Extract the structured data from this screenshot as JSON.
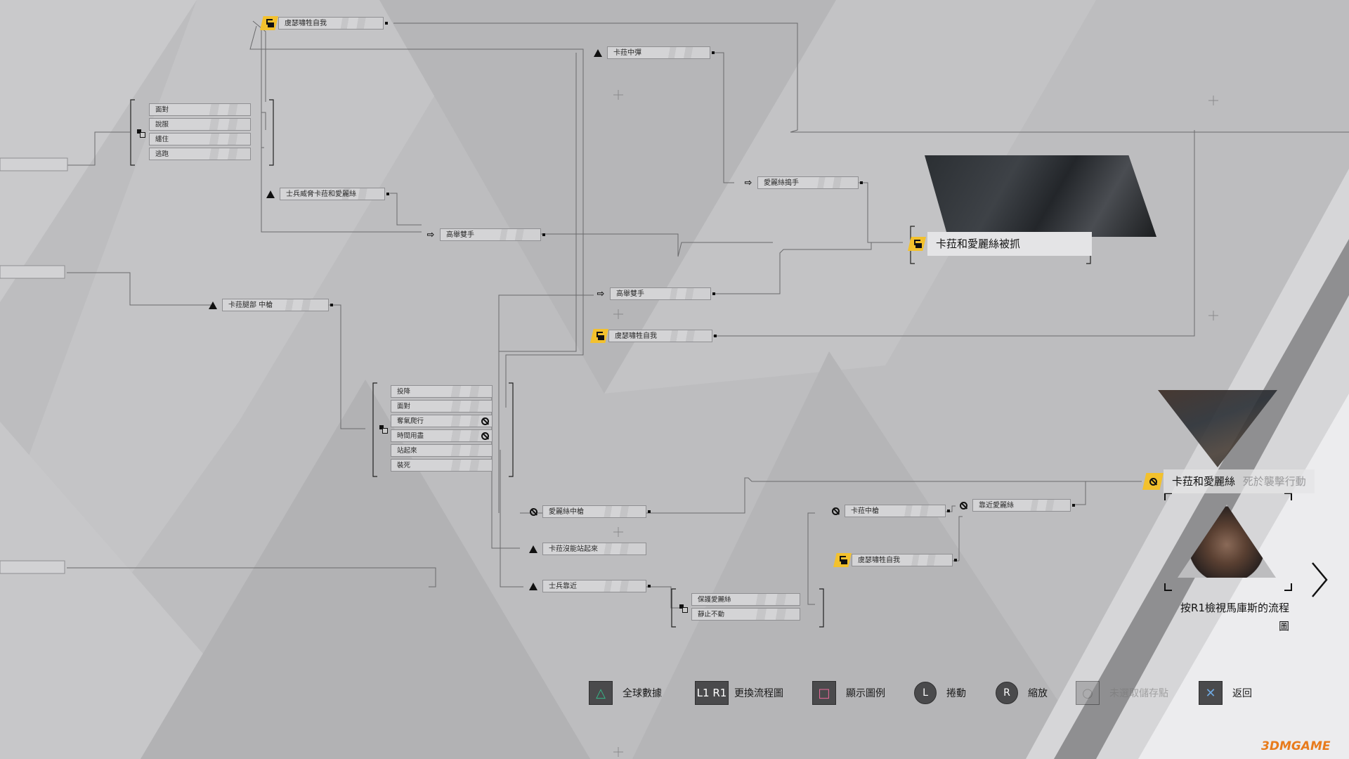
{
  "nodes": {
    "n1": "虞瑟嘯牲自我",
    "n2": "卡菈中彈",
    "n3": "士兵威脅卡菈和愛麗絲",
    "n4": "高舉雙手",
    "n5": "愛麗絲搗手",
    "n6": "卡菈腿部 中槍",
    "n7": "高舉雙手",
    "n8": "虞瑟嘯牲自我",
    "n9": "愛麗絲中槍",
    "n10": "卡菈沒能站起來",
    "n11": "士兵靠近",
    "n12": "卡菈中槍",
    "n13": "靠近愛麗絲",
    "n14": "虞瑟嘯牲自我"
  },
  "group_left": [
    "面對",
    "說服",
    "纏住",
    "逃跑"
  ],
  "group_center": [
    "投降",
    "面對",
    "奪氣爬行",
    "時間用盡",
    "站起來",
    "裝死"
  ],
  "group_bottom": [
    "保護愛麗絲",
    "靜止不動"
  ],
  "captured_label": "卡菈和愛麗絲被抓",
  "death_label": "卡菈和愛麗絲",
  "death_sub": "死於襲擊行動",
  "view_hint_prefix": "按R1檢視",
  "view_hint_name": "馬庫斯的流程",
  "view_hint_suffix": "圖",
  "controls": [
    {
      "key": "△",
      "label": "全球數據",
      "color": "#35b98a"
    },
    {
      "key": "L1 R1",
      "label": "更換流程圖",
      "color": "#ffffff"
    },
    {
      "key": "□",
      "label": "顯示圖例",
      "color": "#e86a9a"
    },
    {
      "key": "L",
      "label": "捲動",
      "color": "#ffffff"
    },
    {
      "key": "R",
      "label": "縮放",
      "color": "#ffffff"
    },
    {
      "key": "○",
      "label": "未選取儲存點",
      "color": "#999999"
    },
    {
      "key": "✕",
      "label": "返回",
      "color": "#6fa8e0"
    }
  ],
  "watermark": "3DMGAME"
}
